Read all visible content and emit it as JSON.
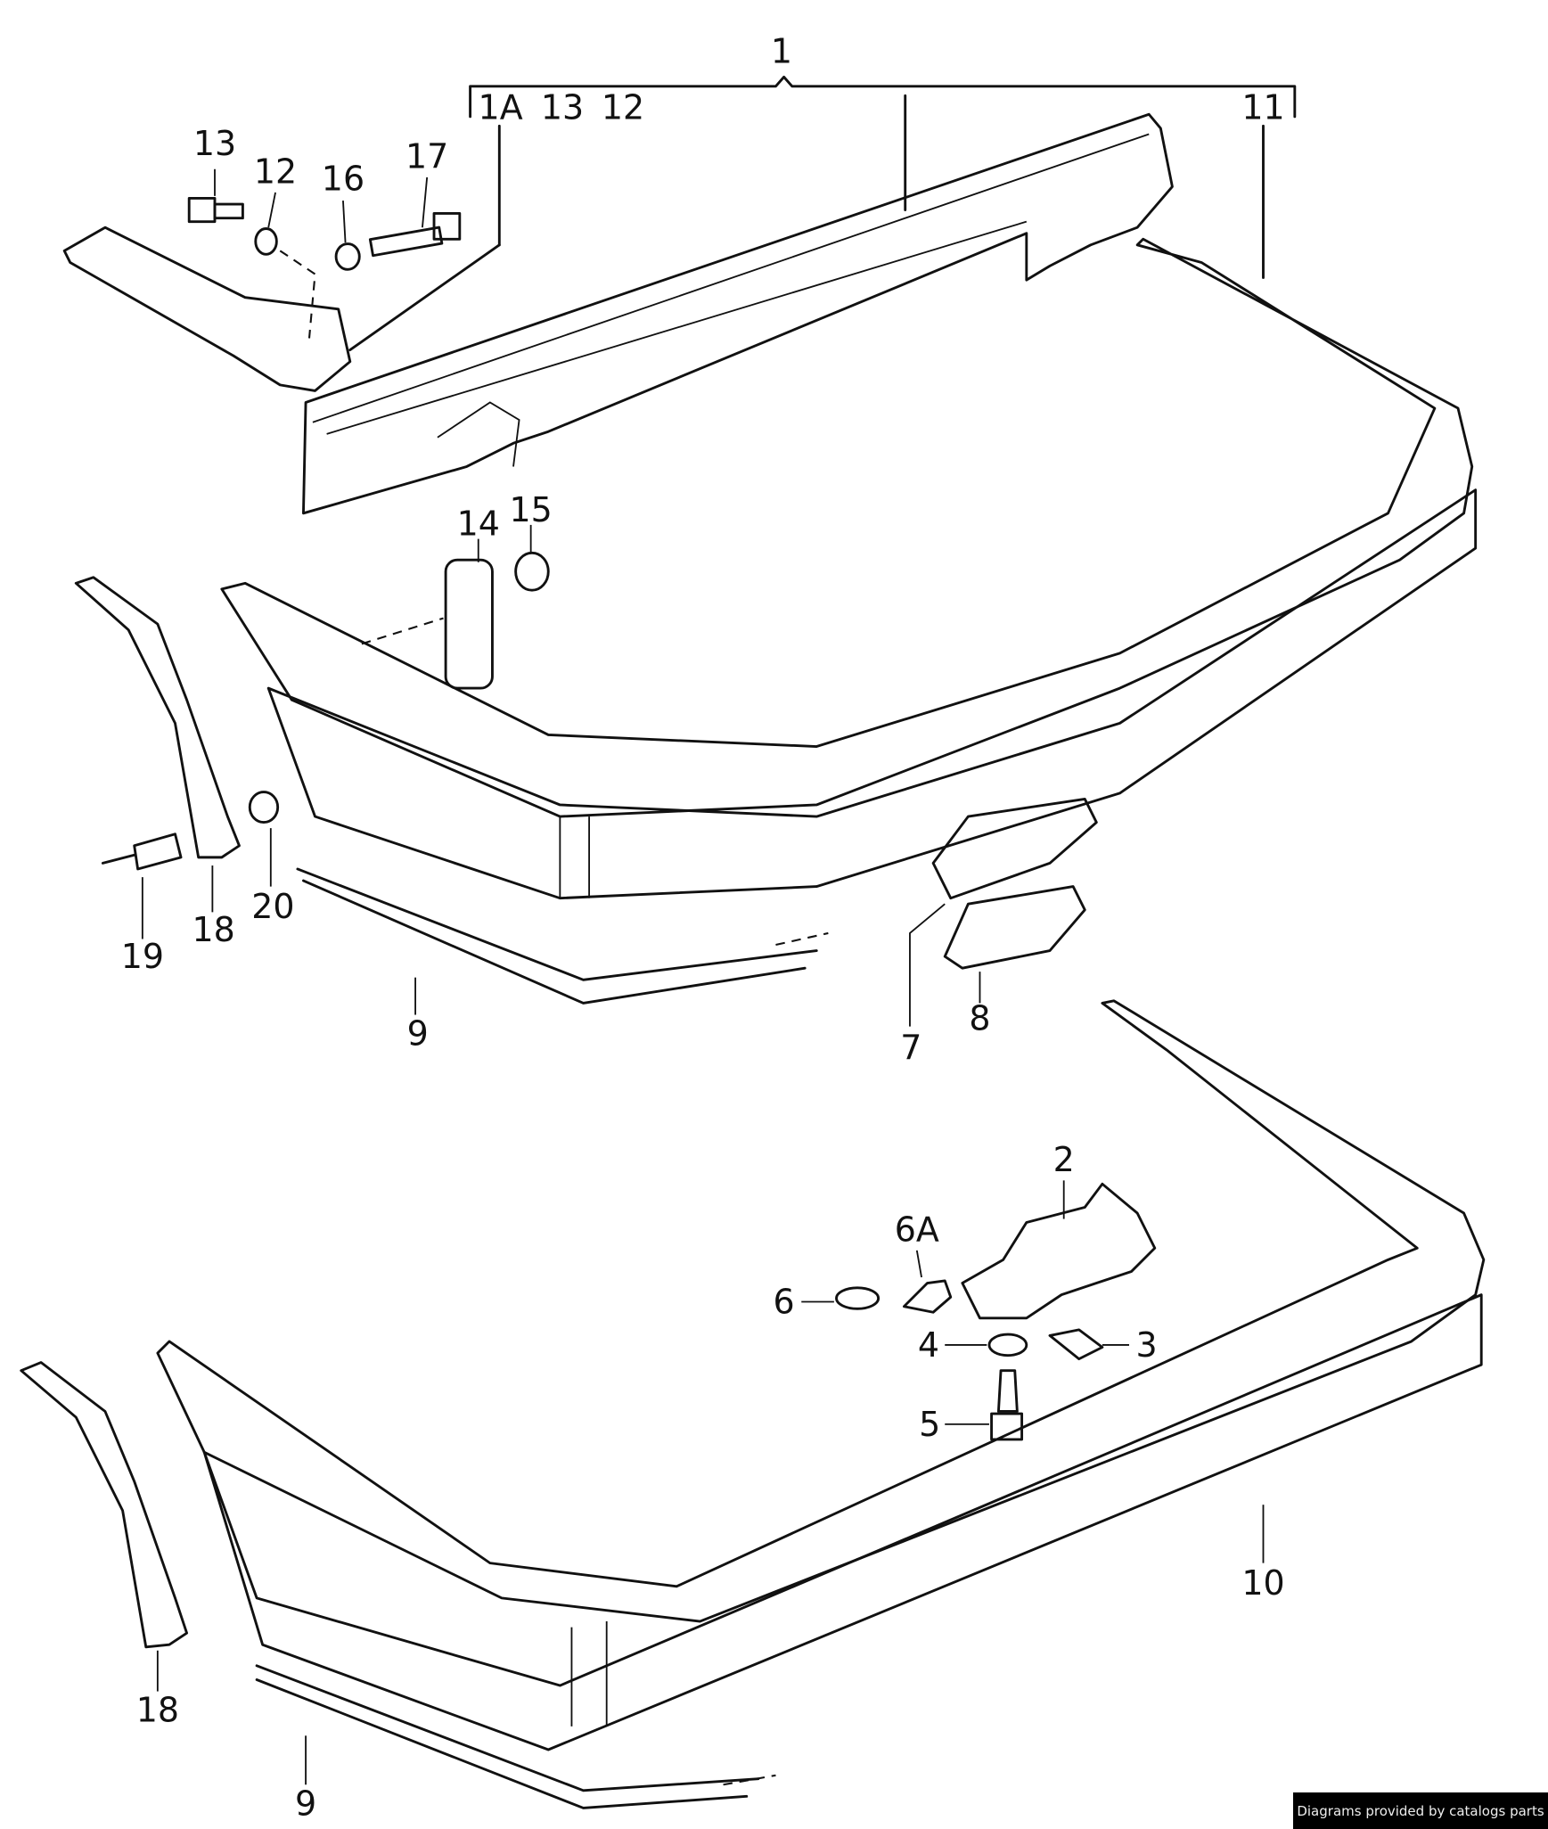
{
  "diagram": {
    "callouts": {
      "c1": "1",
      "c1a": "1A",
      "c13a": "13",
      "c12a": "12",
      "c11": "11",
      "c13": "13",
      "c12": "12",
      "c16": "16",
      "c17": "17",
      "c14": "14",
      "c15": "15",
      "c20": "20",
      "c18": "18",
      "c19": "19",
      "c9": "9",
      "c7": "7",
      "c8": "8",
      "c2": "2",
      "c6a": "6A",
      "c6": "6",
      "c3": "3",
      "c4": "4",
      "c5": "5",
      "c10": "10",
      "c18b": "18",
      "c9b": "9"
    },
    "credit": "Diagrams provided by catalogs parts"
  }
}
